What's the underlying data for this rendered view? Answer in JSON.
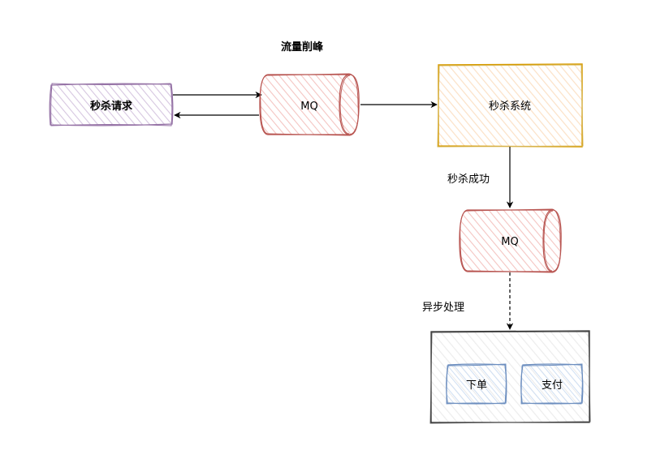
{
  "diagram": {
    "title": "流量削峰",
    "nodes": {
      "request": {
        "label": "秒杀请求",
        "stroke": "#9673a6",
        "fill": "#e1d5e7"
      },
      "mq_top": {
        "label": "MQ",
        "stroke": "#b85450",
        "fill": "#f8cecc"
      },
      "system": {
        "label": "秒杀系统",
        "stroke": "#d6b656",
        "fill": "#ffe6cc",
        "stroke2": "#d79b00"
      },
      "mq_bottom": {
        "label": "MQ",
        "stroke": "#b85450",
        "fill": "#f8cecc"
      },
      "container": {
        "stroke": "#333333",
        "fill": "#f5f5f5"
      },
      "order": {
        "label": "下单",
        "stroke": "#6c8ebf",
        "fill": "#dae8fc"
      },
      "pay": {
        "label": "支付",
        "stroke": "#6c8ebf",
        "fill": "#dae8fc"
      }
    },
    "edges": {
      "success_label": "秒杀成功",
      "async_label": "异步处理"
    }
  }
}
